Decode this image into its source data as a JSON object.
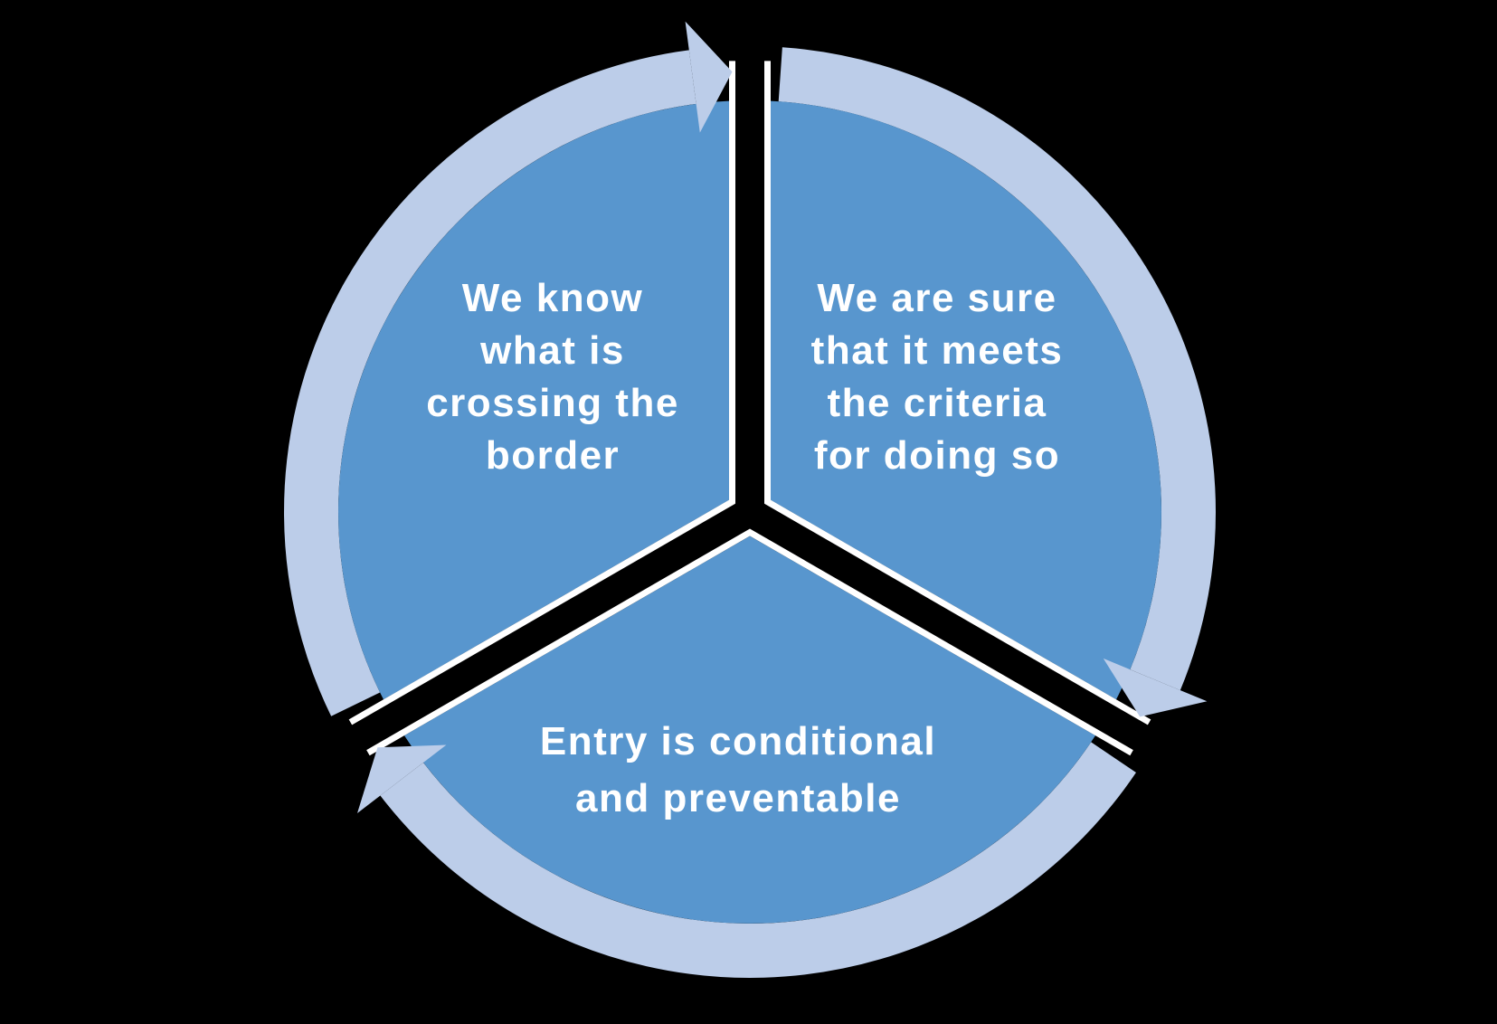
{
  "diagram": {
    "type": "cycle",
    "direction": "clockwise",
    "segments": [
      {
        "id": "top-left",
        "label": "We know what is crossing the border",
        "lines": [
          "We know",
          "what is",
          "crossing the",
          "border"
        ]
      },
      {
        "id": "top-right",
        "label": "We are sure that it meets the criteria for doing so",
        "lines": [
          "We are sure",
          "that it meets",
          "the criteria",
          "for doing so"
        ]
      },
      {
        "id": "bottom",
        "label": "Entry is conditional and preventable",
        "lines": [
          "Entry is conditional",
          "and preventable"
        ]
      }
    ],
    "colors": {
      "background": "#000000",
      "segment_fill": "#5896CE",
      "ring_fill": "#BCCDE9",
      "segment_edge": "#FFFFFF",
      "text": "#FFFFFF"
    }
  }
}
